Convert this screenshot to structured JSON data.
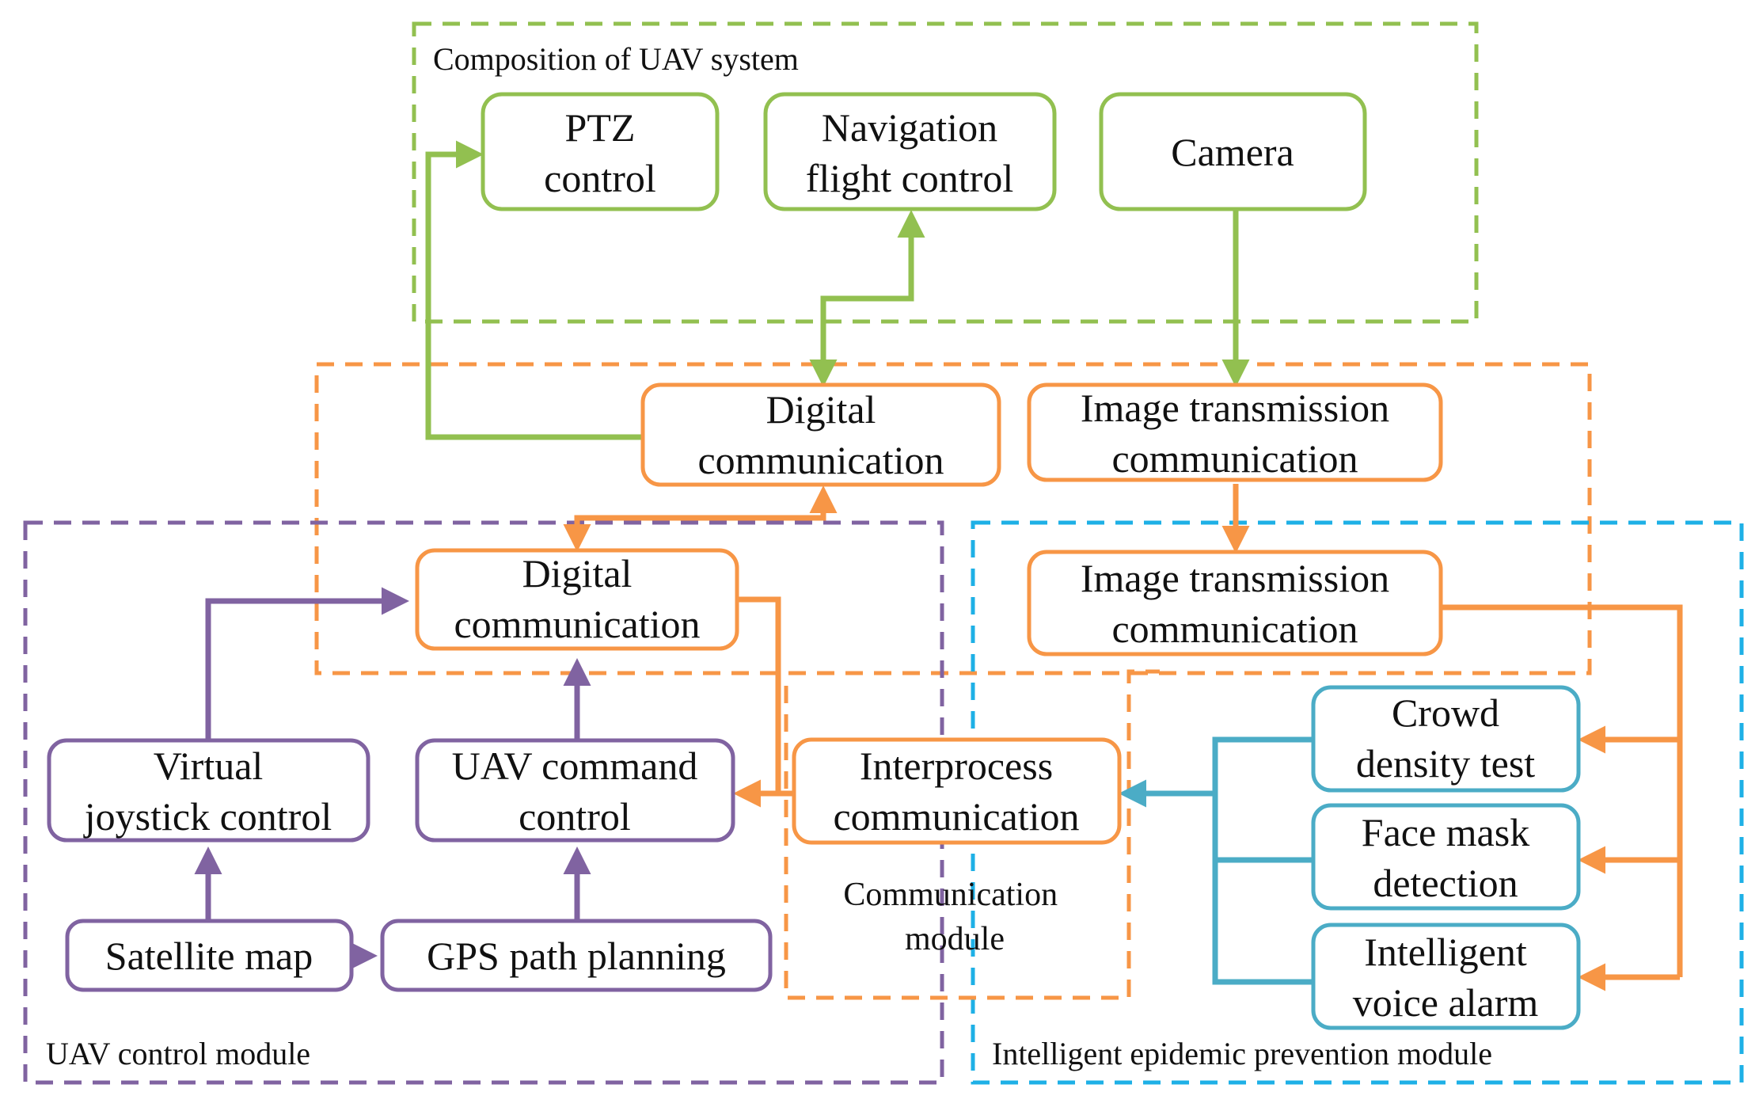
{
  "colors": {
    "green": "#92c050",
    "orange": "#f79646",
    "purple": "#8063a1",
    "blue": "#1eb0e6",
    "teal": "#4bacc6",
    "text": "#111111"
  },
  "regions": {
    "uav_system": "Composition of UAV system",
    "uav_control": "UAV control module",
    "epidemic": "Intelligent epidemic prevention module",
    "communication": [
      "Communication",
      "module"
    ]
  },
  "boxes": {
    "ptz": [
      "PTZ",
      "control"
    ],
    "navigation": [
      "Navigation",
      "flight control"
    ],
    "camera": [
      "Camera"
    ],
    "digital_comm_top": [
      "Digital",
      "communication"
    ],
    "image_comm_top": [
      "Image transmission",
      "communication"
    ],
    "digital_comm_bottom": [
      "Digital",
      "communication"
    ],
    "image_comm_bottom": [
      "Image transmission",
      "communication"
    ],
    "virtual_joystick": [
      "Virtual",
      "joystick control"
    ],
    "uav_command": [
      "UAV command",
      "control"
    ],
    "satellite_map": [
      "Satellite map"
    ],
    "gps_path": [
      "GPS path planning"
    ],
    "interprocess": [
      "Interprocess",
      "communication"
    ],
    "crowd_density": [
      "Crowd",
      "density test"
    ],
    "face_mask": [
      "Face mask",
      "detection"
    ],
    "voice_alarm": [
      "Intelligent",
      "voice alarm"
    ]
  }
}
